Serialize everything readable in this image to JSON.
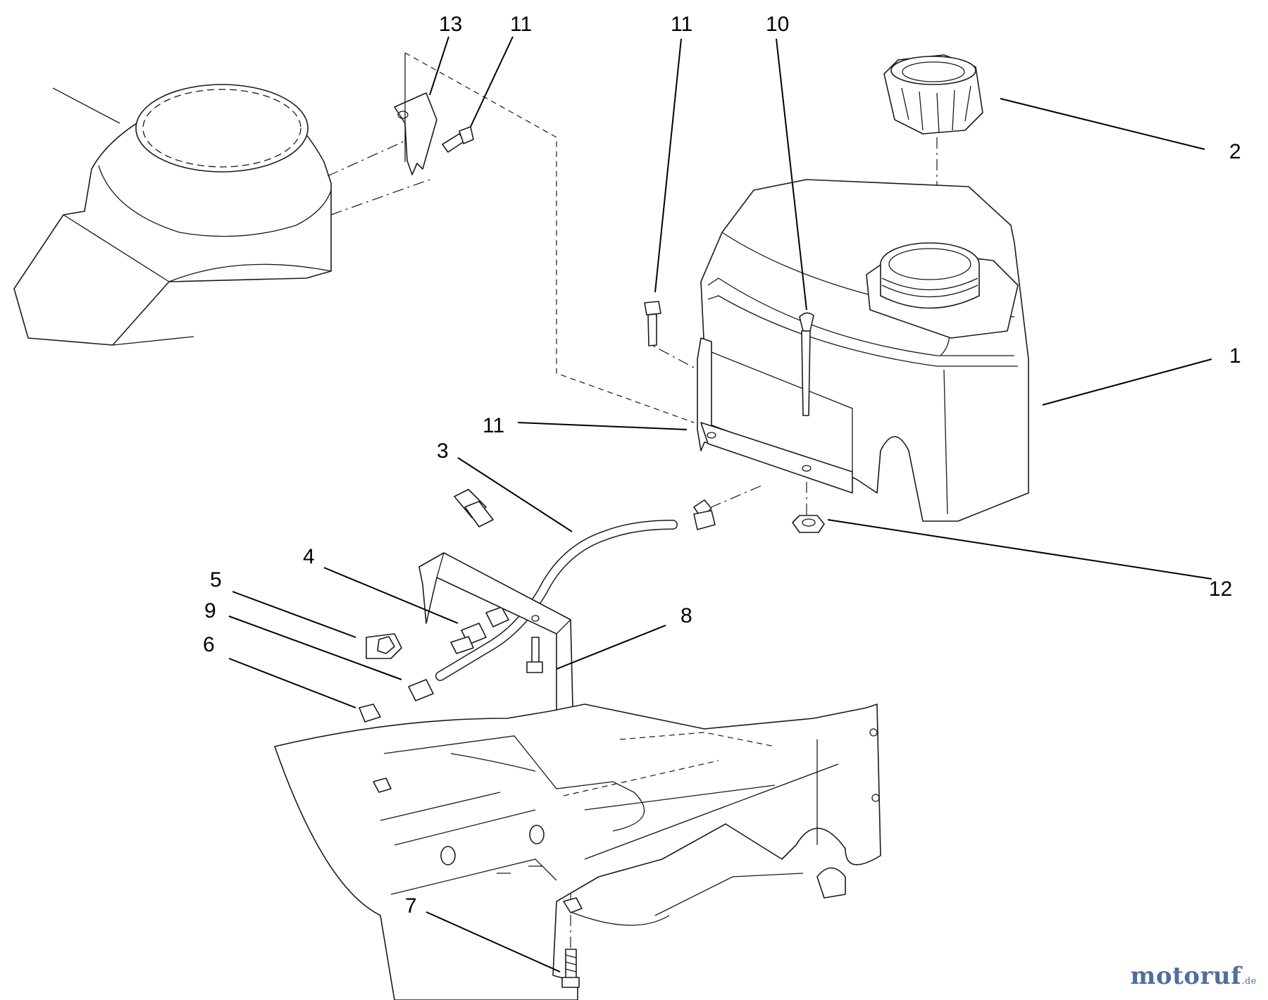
{
  "callouts": {
    "c1": "1",
    "c2": "2",
    "c3": "3",
    "c4": "4",
    "c5": "5",
    "c6": "6",
    "c7": "7",
    "c8": "8",
    "c9": "9",
    "c10": "10",
    "c11a": "11",
    "c11b": "11",
    "c11c": "11",
    "c12": "12",
    "c13": "13"
  },
  "watermark": {
    "brand": "motoruf",
    "suffix": ".de"
  }
}
